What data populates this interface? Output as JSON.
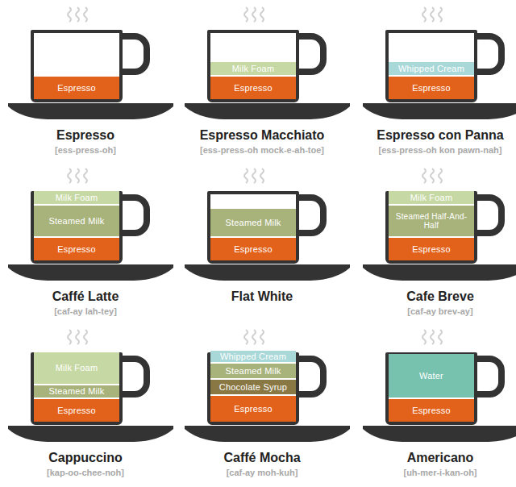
{
  "diagram": {
    "nodes": [
      {
        "text": [
          "Espresso",
          "[ess-press-oh]"
        ]
      },
      {
        "text": [
          "Espresso"
        ],
        "in": 0
      },
      {
        "text": [
          "Espresso Macchiato",
          "[ess-press-oh mock-e-ah-toe]"
        ]
      },
      {
        "text": [
          "Milk Foam"
        ],
        "in": 2
      },
      {
        "text": [
          "Espresso"
        ],
        "in": 2
      },
      {
        "text": [
          "Espresso con Panna",
          "[ess-press-oh kon pawn-nah]"
        ]
      },
      {
        "text": [
          "Whipped Cream"
        ],
        "in": 5
      },
      {
        "text": [
          "Espresso"
        ],
        "in": 5
      },
      {
        "text": [
          "Caffé Latte",
          "[caf-ay lah-tey]"
        ]
      },
      {
        "text": [
          "Milk Foam"
        ],
        "in": 8
      },
      {
        "text": [
          "Steamed Milk"
        ],
        "in": 8
      },
      {
        "text": [
          "Espresso"
        ],
        "in": 8
      },
      {
        "text": [
          "Flat White"
        ]
      },
      {
        "text": [
          "Steamed Milk"
        ],
        "in": 12
      },
      {
        "text": [
          "Espresso"
        ],
        "in": 12
      },
      {
        "text": [
          "Cafe Breve",
          "[caf-ay brev-ay]"
        ]
      },
      {
        "text": [
          "Milk Foam"
        ],
        "in": 15
      },
      {
        "text": [
          "Steamed Half-And-Half"
        ],
        "in": 15
      },
      {
        "text": [
          "Espresso"
        ],
        "in": 15
      },
      {
        "text": [
          "Cappuccino",
          "[kap-oo-chee-noh]"
        ]
      },
      {
        "text": [
          "Milk Foam"
        ],
        "in": 19
      },
      {
        "text": [
          "Steamed Milk"
        ],
        "in": 19
      },
      {
        "text": [
          "Espresso"
        ],
        "in": 19
      },
      {
        "text": [
          "Caffé  Mocha",
          "[caf-ay moh-kuh]"
        ]
      },
      {
        "text": [
          "Whipped Cream"
        ],
        "in": 23
      },
      {
        "text": [
          "Steamed Milk"
        ],
        "in": 23
      },
      {
        "text": [
          "Chocolate Syrup"
        ],
        "in": 23
      },
      {
        "text": [
          "Espresso"
        ],
        "in": 23
      },
      {
        "text": [
          "Americano",
          "[uh-mer-i-kan-oh]"
        ]
      },
      {
        "text": [
          "Water"
        ],
        "in": 28
      },
      {
        "text": [
          "Espresso"
        ],
        "in": 28
      }
    ]
  }
}
